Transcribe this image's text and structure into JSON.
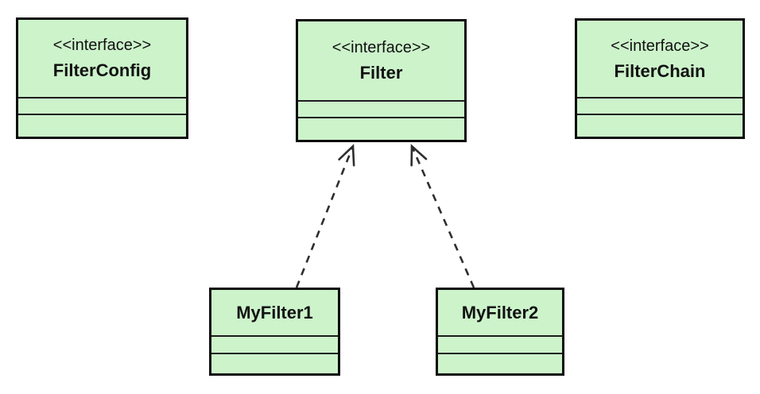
{
  "diagram": {
    "kind": "uml-class-diagram",
    "colors": {
      "background": "#ffffff",
      "box_fill": "#cdf3cb",
      "box_border": "#0c0c0c",
      "relation_line": "#2e2e2e"
    },
    "nodes": {
      "filterConfig": {
        "stereotype": "<<interface>>",
        "name": "FilterConfig"
      },
      "filter": {
        "stereotype": "<<interface>>",
        "name": "Filter"
      },
      "filterChain": {
        "stereotype": "<<interface>>",
        "name": "FilterChain"
      },
      "myFilter1": {
        "name": "MyFilter1"
      },
      "myFilter2": {
        "name": "MyFilter2"
      }
    },
    "relations": [
      {
        "from": "MyFilter1",
        "to": "Filter",
        "kind": "realization",
        "line_style": "dashed",
        "arrowhead": "open"
      },
      {
        "from": "MyFilter2",
        "to": "Filter",
        "kind": "realization",
        "line_style": "dashed",
        "arrowhead": "open"
      }
    ]
  }
}
